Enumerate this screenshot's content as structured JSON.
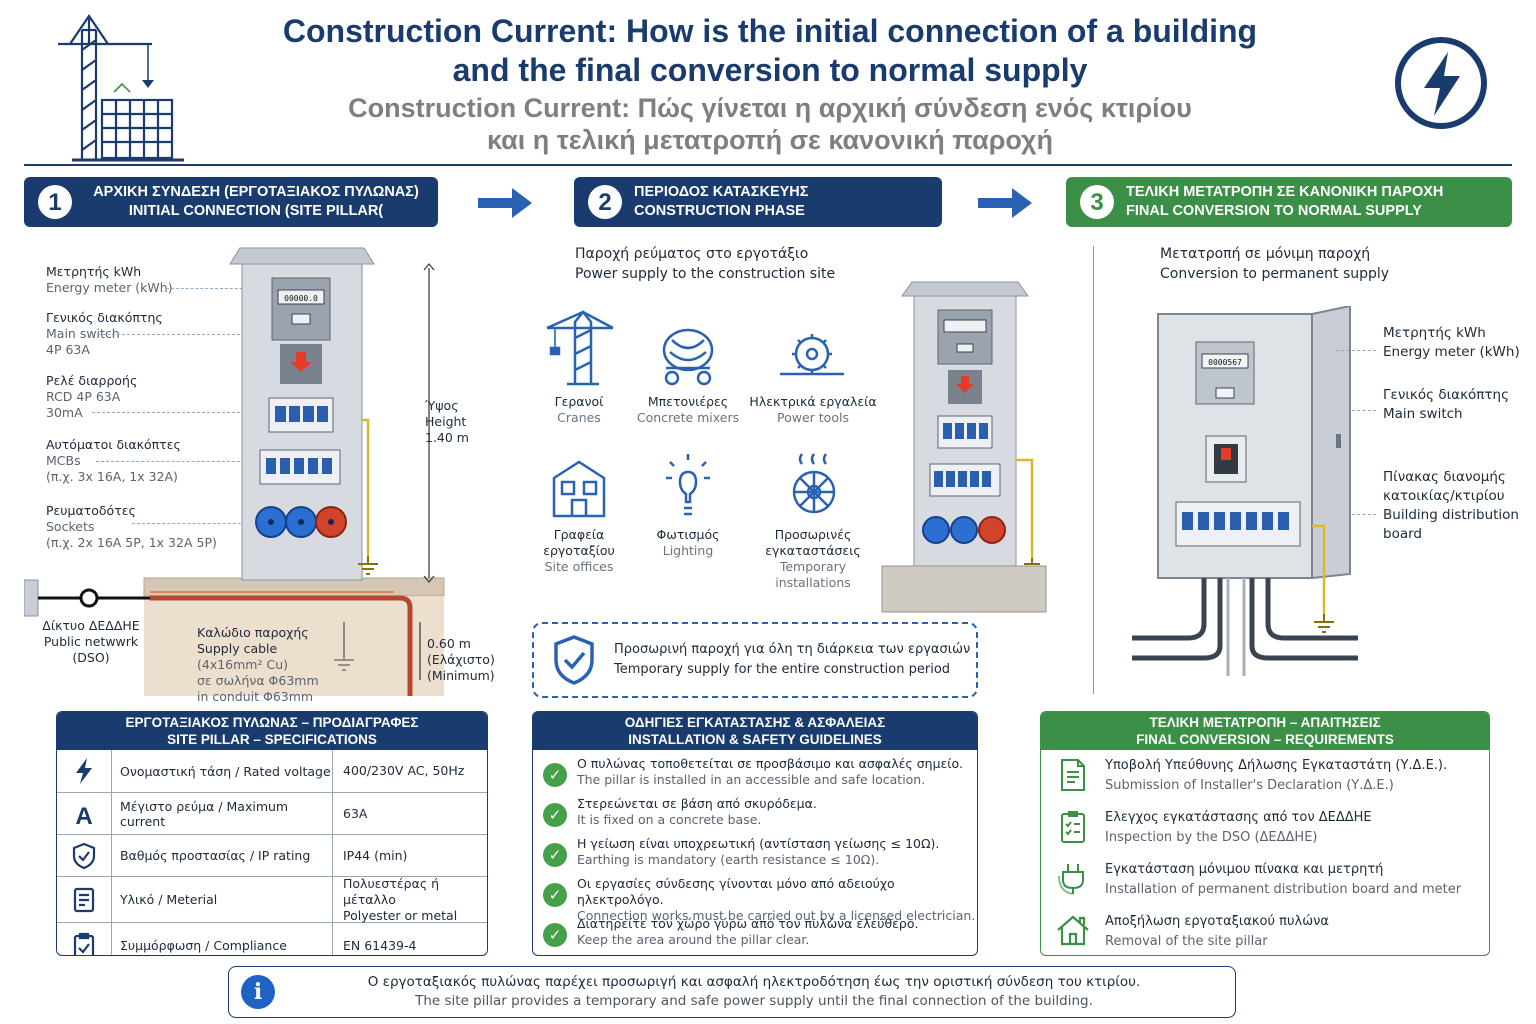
{
  "header": {
    "title_en_1": "Construction Current: How is the initial connection of a building",
    "title_en_2": "and the final conversion to normal supply",
    "title_gr_1": "Construction Current: Πώς γίνεται η αρχική σύνδεση ενός κτιρίου",
    "title_gr_2": "και η τελική μετατροπή σε κανονική παροχή"
  },
  "steps": [
    {
      "num": "1",
      "gr": "ΑΡΧΙΚΗ ΣΥΝΔΕΣΗ (ΕΡΓΟΤΑΞΙΑΚΟΣ ΠΥΛΩΝΑΣ)",
      "en": "INITIAL CONNECTION (SITE PILLAR("
    },
    {
      "num": "2",
      "gr": "ΠΕΡΙΟΔΟΣ ΚΑΤΑΣΚΕΥΗΣ",
      "en": "CONSTRUCTION PHASE"
    },
    {
      "num": "3",
      "gr": "ΤΕΛΙΚΗ ΜΕΤΑΤΡΟΠΗ ΣΕ ΚΑΝΟΝΙΚΗ ΠΑΡΟΧΗ",
      "en": "FINAL CONVERSION TO NORMAL SUPPLY"
    }
  ],
  "pillar_labels": [
    {
      "gr": "Μετρητής kWh",
      "en": "Energy meter (kWh)",
      "extra": ""
    },
    {
      "gr": "Γενικός διακόπτης",
      "en": "Main switch",
      "extra": "4P 63A"
    },
    {
      "gr": "Ρελέ διαρροής",
      "en": "RCD 4P 63A",
      "extra": "30mA"
    },
    {
      "gr": "Αυτόματοι διακόπτες",
      "en": "MCBs",
      "extra": "(π.χ. 3x 16A, 1x 32A)"
    },
    {
      "gr": "Ρευματοδότες",
      "en": "Sockets",
      "extra": "(π.χ. 2x 16A 5P, 1x 32A 5P)"
    }
  ],
  "dimensions": {
    "height_gr": "Ύψος",
    "height_en": "Height",
    "height_val": "1.40 m",
    "depth_val": "0.60 m",
    "depth_gr": "(Ελάχιστο)",
    "depth_en": "(Minimum)"
  },
  "network": {
    "gr": "Δίκτυο ΔΕΔΔΗΕ",
    "en": "Public netwwrk",
    "abbr": "(DSO)"
  },
  "cable": {
    "gr": "Καλώδιο παροχής",
    "en": "Supply cable",
    "spec": "(4x16mm² Cu)",
    "conduit_gr": "σε σωλήνα Φ63mm",
    "conduit_en": "in conduit Φ63mm"
  },
  "meter_display": "00000.0",
  "phase2": {
    "intro_gr": "Παροχή ρεύματος στο εργοτάξιο",
    "intro_en": "Power supply to the construction site",
    "items": [
      {
        "icon": "crane-icon",
        "gr": "Γερανοί",
        "en": "Cranes",
        "en2": ""
      },
      {
        "icon": "concrete-mixer-icon",
        "gr": "Μπετονιέρες",
        "en": "Concrete mixers",
        "en2": ""
      },
      {
        "icon": "power-tools-icon",
        "gr": "Ηλεκτρικά εργαλεία",
        "en": "Power tools",
        "en2": ""
      },
      {
        "icon": "site-office-icon",
        "gr": "Γραφεία εργοταξίου",
        "en": "Site offices",
        "en2": ""
      },
      {
        "icon": "lighting-icon",
        "gr": "Φωτισμός",
        "en": "Lighting",
        "en2": ""
      },
      {
        "icon": "temporary-installation-icon",
        "gr": "Προσωρινές εγκαταστάσεις",
        "en": "Temporary",
        "en2": "installations"
      }
    ],
    "note_gr": "Προσωρινή παροχή για όλη τη διάρκεια των εργασιών",
    "note_en": "Temporary supply for the entire construction period"
  },
  "phase3": {
    "intro_gr": "Μετατροπή σε μόνιμη παροχή",
    "intro_en": "Conversion to permanent supply",
    "labels": [
      {
        "l1": "Μετρητής kWh",
        "l2": "Energy meter (kWh)",
        "l3": "",
        "l4": ""
      },
      {
        "l1": "Γενικός διακόπτης",
        "l2": "Main switch",
        "l3": "",
        "l4": ""
      },
      {
        "l1": "Πίνακας διανομής",
        "l2": "κατοικίας/κτιρίου",
        "l3": "Building distribution",
        "l4": "board"
      }
    ],
    "meter_display": "0000567"
  },
  "specs": {
    "title_gr": "ΕΡΓΟΤΑΞΙΑΚΟΣ ΠΥΛΩΝΑΣ – ΠΡΟΔΙΑΓΡΑΦΕΣ",
    "title_en": "SITE PILLAR – SPECIFICATIONS",
    "rows": [
      {
        "icon": "lightning-icon",
        "k": "Ονομαστική τάση / Rated voltage",
        "v": "400/230V AC, 50Hz",
        "v2": ""
      },
      {
        "icon": "ampere-icon",
        "k": "Μέγιστο ρεύμα / Maximum current",
        "v": "63A",
        "v2": ""
      },
      {
        "icon": "shield-icon",
        "k": "Βαθμός προστασίας / IP rating",
        "v": "IP44 (min)",
        "v2": ""
      },
      {
        "icon": "material-icon",
        "k": "Υλικό / Meterial",
        "v": "Πολυεστέρας ή μέταλλο",
        "v2": "Polyester or metal"
      },
      {
        "icon": "compliance-icon",
        "k": "Συμμόρφωση / Compliance",
        "v": "EN 61439-4",
        "v2": ""
      }
    ]
  },
  "guidelines": {
    "title_gr": "ΟΔΗΓΙΕΣ ΕΓΚΑΤΑΣΤΑΣΗΣ & ΑΣΦΑΛΕΙΑΣ",
    "title_en": "INSTALLATION & SAFETY GUIDELINES",
    "items": [
      {
        "gr": "Ο πυλώνας τοποθετείται σε προσβάσιμο και ασφαλές σημείο.",
        "en": "The pillar is installed in an accessible and safe location."
      },
      {
        "gr": "Στερεώνεται σε βάση από σκυρόδεμα.",
        "en": "It is fixed on a concrete base."
      },
      {
        "gr": "Η γείωση είναι υποχρεωτική (αντίσταση γείωσης ≤ 10Ω).",
        "en": "Earthing is mandatory (earth resistance ≤ 10Ω)."
      },
      {
        "gr": "Οι εργασίες σύνδεσης γίνονται μόνο από αδειούχο ηλεκτρολόγο.",
        "en": "Connection works must be carried out by a licensed electrician."
      },
      {
        "gr": "Διατηρείτε τον χώρο γύρω από τον πυλώνα ελεύθερο.",
        "en": "Keep the area around the pillar clear."
      }
    ]
  },
  "requirements": {
    "title_gr": "ΤΕΛΙΚΗ ΜΕΤΑΤΡΟΠΗ – ΑΠΑΙΤΗΣΕΙΣ",
    "title_en": "FINAL CONVERSION – REQUIREMENTS",
    "items": [
      {
        "icon": "document-icon",
        "gr": "Υποβολή Υπεύθυνης Δήλωσης Εγκαταστάτη (Υ.Δ.Ε.).",
        "en": "Submission of Installer's Declaration (Υ.Δ.Ε.)"
      },
      {
        "icon": "checklist-icon",
        "gr": "Ελεγχος εγκατάστασης από τον ΔΕΔΔΗΕ",
        "en": "Inspection by the DSO (ΔΕΔΔΗΕ)"
      },
      {
        "icon": "plug-icon",
        "gr": "Εγκατάσταση μόνιμου πίνακα και μετρητή",
        "en": "Installation of permanent distribution board and meter"
      },
      {
        "icon": "house-icon",
        "gr": "Αποξήλωση εργοταξιακού πυλώνα",
        "en": "Removal of the site pillar"
      }
    ]
  },
  "footer": {
    "gr": "Ο εργοταξιακός πυλώνας παρέχει προσωριγή και ασφαλή ηλεκτροδότηση έως την οριστική σύνδεση του κτιρίου.",
    "en": "The site pillar provides a temporary and safe power supply until the final connection of the building."
  },
  "colors": {
    "navy": "#1a3b6e",
    "green": "#3c8f46",
    "gray_text": "#7f7f7f",
    "socket_blue": "#2a6fd1",
    "socket_red": "#d1432a"
  }
}
